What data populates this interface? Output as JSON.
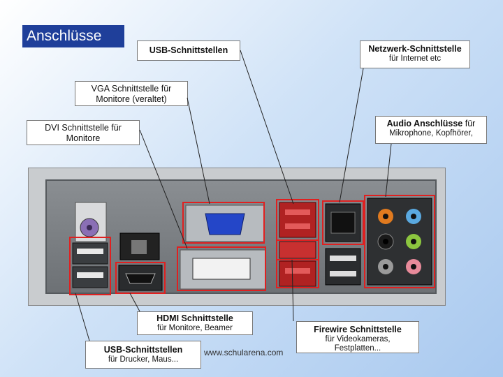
{
  "title": "Anschlüsse",
  "watermark": "www.schularena.com",
  "labels": {
    "usb_top": {
      "main": "USB-Schnittstellen"
    },
    "network": {
      "main": "Netzwerk-Schnittstelle",
      "sub": "für Internet etc"
    },
    "vga": {
      "line1": "VGA Schnittstelle für",
      "line2": "Monitore (veraltet)"
    },
    "dvi": {
      "line1": "DVI Schnittstelle für",
      "line2": "Monitore"
    },
    "audio": {
      "main": "Audio Anschlüsse",
      "main_suffix": "für",
      "sub": "Mikrophone, Kopfhörer,"
    },
    "hdmi": {
      "main": "HDMI Schnittstelle",
      "sub": "für Monitore, Beamer"
    },
    "usb_bottom": {
      "main": "USB-Schnittstellen",
      "sub": "für Drucker, Maus..."
    },
    "firewire": {
      "main": "Firewire Schnittstelle",
      "sub1": "für Videokameras,",
      "sub2": "Festplatten..."
    }
  },
  "colors": {
    "title_bg": "#1f3f9a",
    "highlight": "#e02020",
    "vga_port": "#2446c8",
    "ps2_port": "#8a6fb5"
  }
}
